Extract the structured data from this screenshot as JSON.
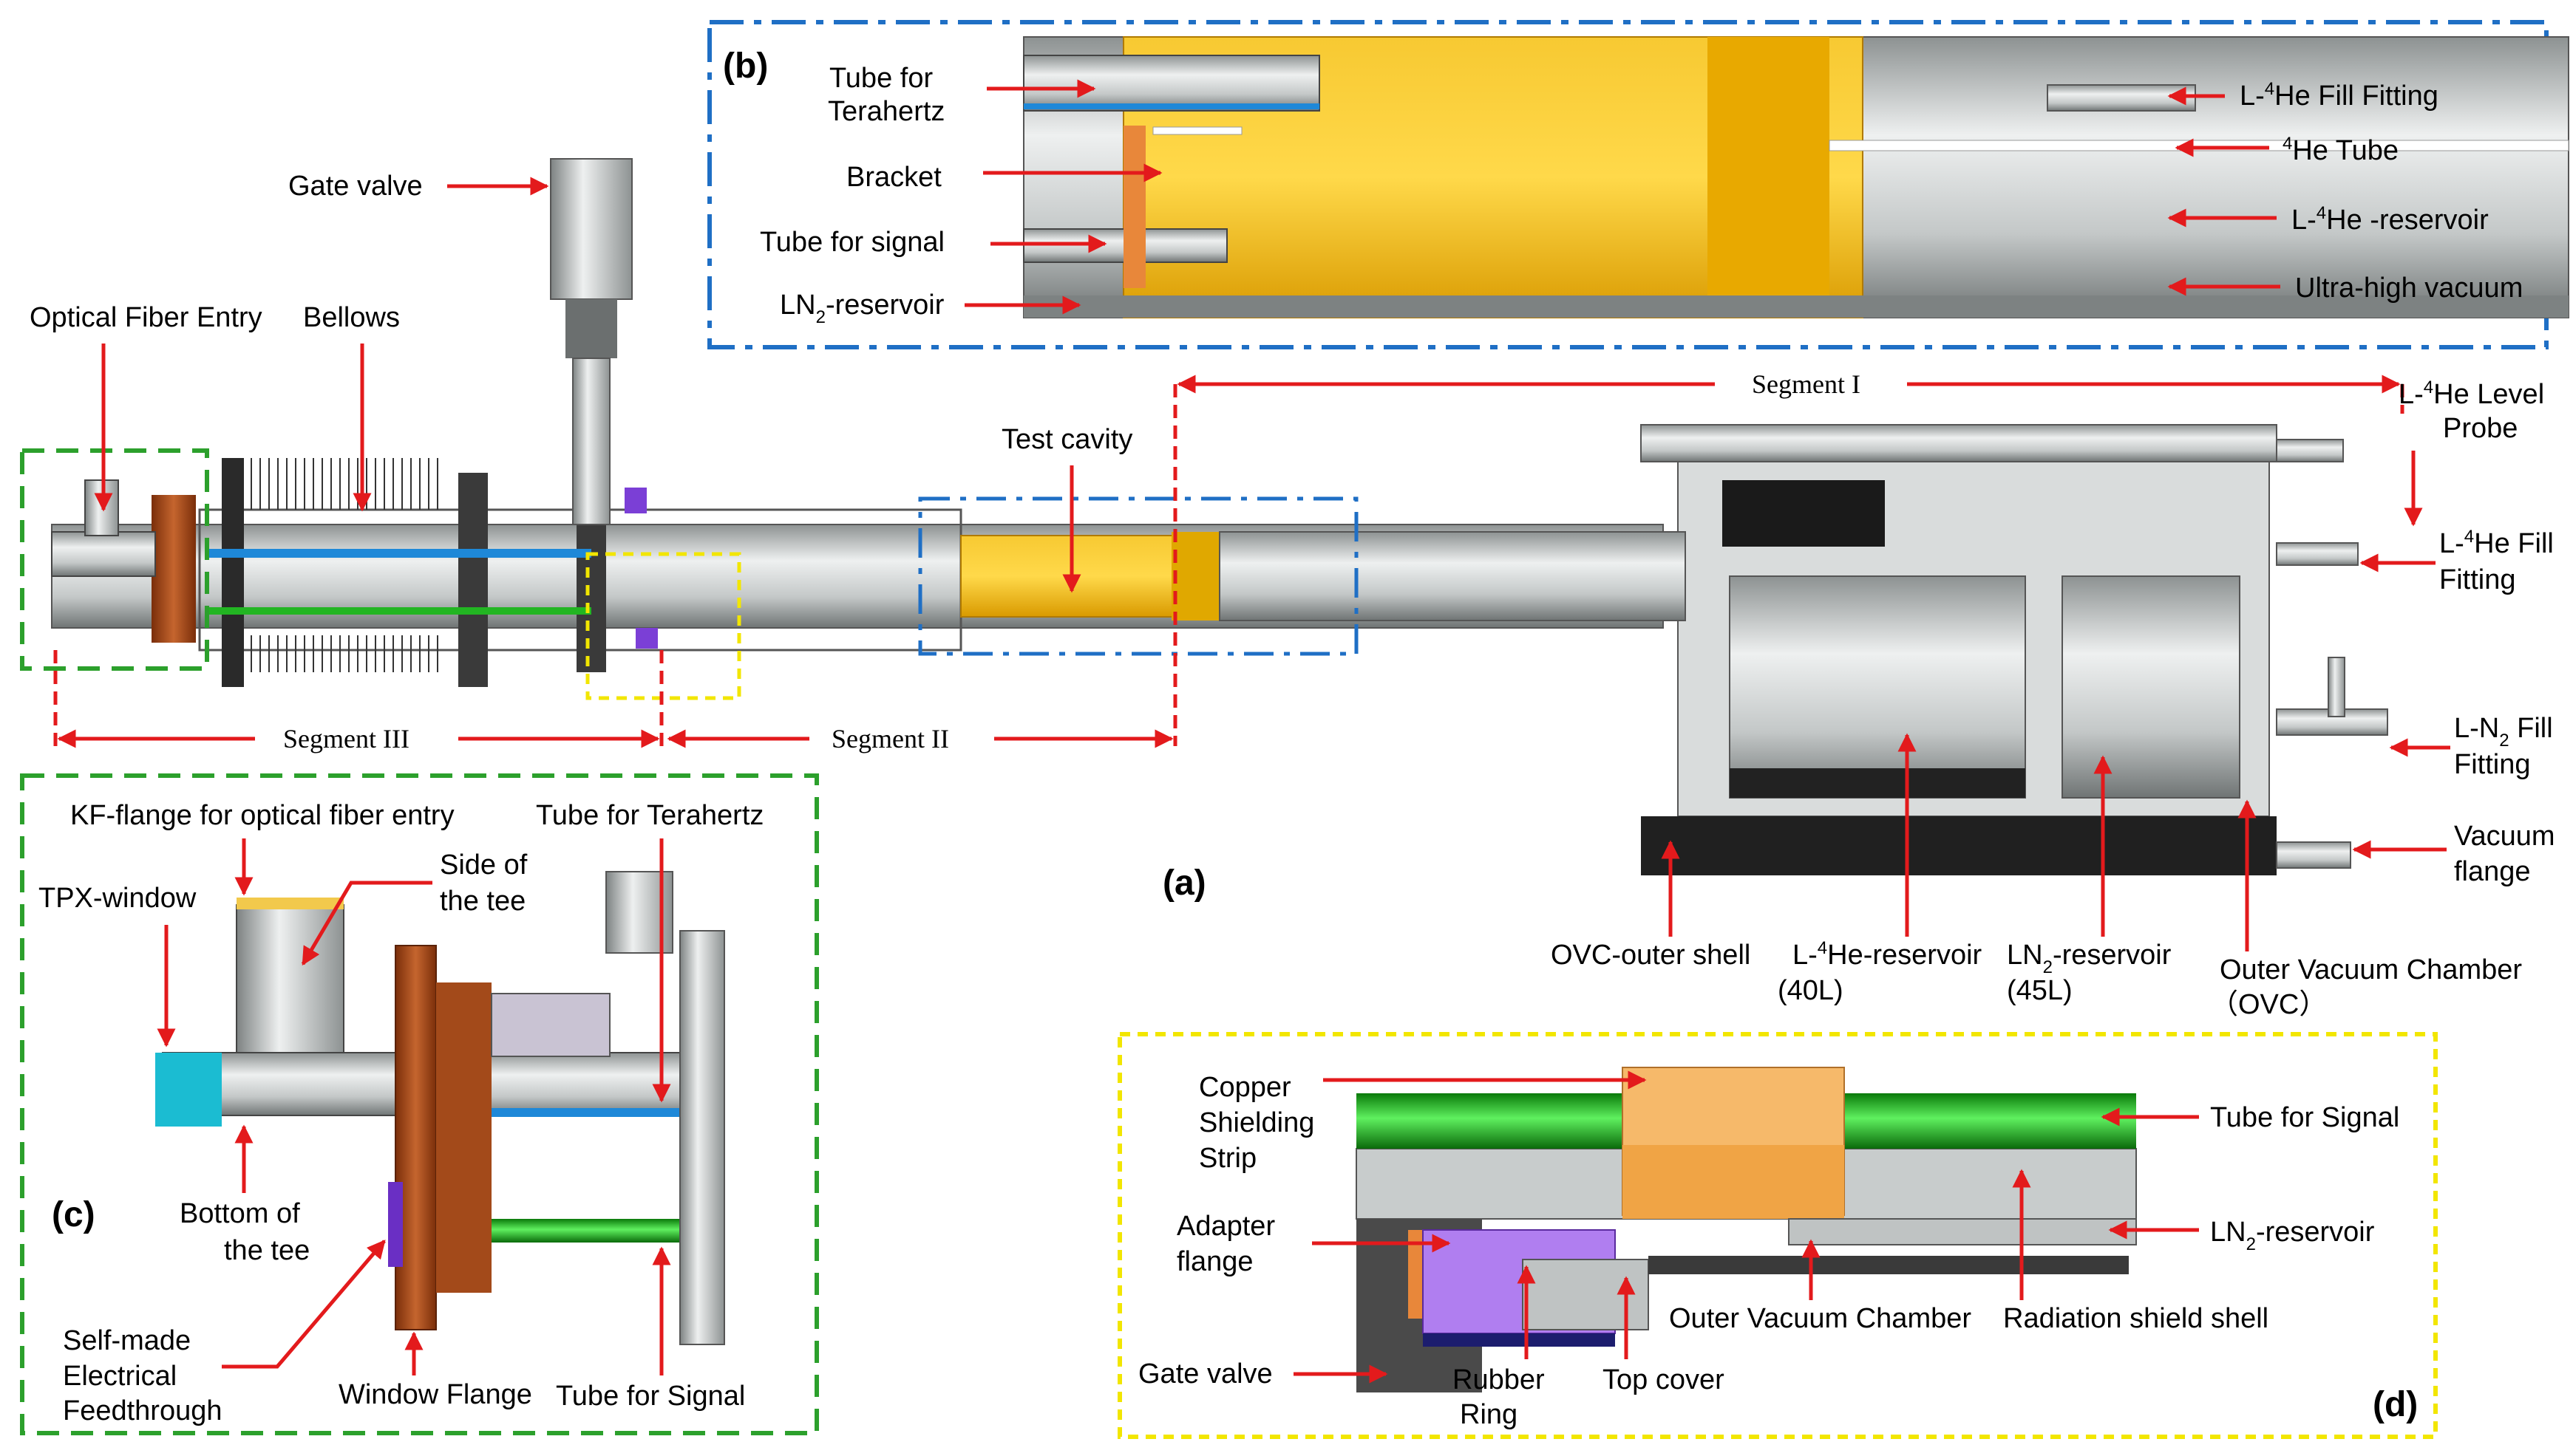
{
  "panels": {
    "a": "(a)",
    "b_open": "(",
    "b_letter": "b",
    "b_close": ")",
    "c": "(c)",
    "d": "(d)"
  },
  "main_labels": {
    "optical_fiber_entry": "Optical Fiber Entry",
    "bellows": "Bellows",
    "gate_valve": "Gate valve",
    "test_cavity": "Test cavity",
    "segment_i": "Segment I",
    "segment_ii": "Segment II",
    "segment_iii": "Segment III",
    "level_probe_1": "L-",
    "level_probe_sup": "4",
    "level_probe_2": "He Level",
    "level_probe_3": "Probe",
    "he_fill_1": "L-",
    "he_fill_sup": "4",
    "he_fill_2": "He Fill",
    "he_fill_3": "Fitting",
    "n2_fill_1": "L-N",
    "n2_fill_sub": "2",
    "n2_fill_2": " Fill",
    "n2_fill_3": "Fitting",
    "vacuum_flange_1": "Vacuum",
    "vacuum_flange_2": "flange",
    "ovc_outer_shell": "OVC-outer shell",
    "he_reservoir_1": "L-",
    "he_reservoir_sup": "4",
    "he_reservoir_2": "He-reservoir",
    "he_reservoir_3": "(40L)",
    "ln2_reservoir_1": "LN",
    "ln2_reservoir_sub": "2",
    "ln2_reservoir_2": "-reservoir",
    "ln2_reservoir_3": "(45L)",
    "ovc_1": "Outer Vacuum Chamber",
    "ovc_2": "（OVC）"
  },
  "panel_b_labels": {
    "tube_terahertz_1": "Tube for",
    "tube_terahertz_2": "Terahertz",
    "bracket": "Bracket",
    "tube_signal": "Tube for signal",
    "ln2_reservoir_1": "LN",
    "ln2_reservoir_sub": "2",
    "ln2_reservoir_2": "-reservoir",
    "he_fill_fitting_1": "L-",
    "he_fill_fitting_sup": "4",
    "he_fill_fitting_2": "He Fill Fitting",
    "he_tube_sup": "4",
    "he_tube": "He Tube",
    "he_reservoir_1": "L-",
    "he_reservoir_sup": "4",
    "he_reservoir_2": "He -reservoir",
    "ultra_high_vacuum": "Ultra-high vacuum"
  },
  "panel_c_labels": {
    "kf_flange": "KF-flange for optical fiber entry",
    "tube_terahertz": "Tube for Terahertz",
    "side_of_tee_1": "Side of",
    "side_of_tee_2": "the tee",
    "tpx_window": "TPX-window",
    "bottom_of_tee_1": "Bottom of",
    "bottom_of_tee_2": "the tee",
    "feedthrough_1": "Self-made",
    "feedthrough_2": "Electrical",
    "feedthrough_3": "Feedthrough",
    "window_flange": "Window Flange",
    "tube_signal": "Tube for Signal"
  },
  "panel_d_labels": {
    "copper_1": "Copper",
    "copper_2": "Shielding",
    "copper_3": "Strip",
    "tube_signal": "Tube for Signal",
    "adapter_1": "Adapter",
    "adapter_2": "flange",
    "ln2_reservoir_1": "LN",
    "ln2_reservoir_sub": "2",
    "ln2_reservoir_2": "-reservoir",
    "outer_vacuum_chamber": "Outer Vacuum Chamber",
    "radiation_shield": "Radiation shield shell",
    "gate_valve": "Gate valve",
    "rubber_ring_1": "Rubber",
    "rubber_ring_2": "Ring",
    "top_cover": "Top cover"
  },
  "colors": {
    "arrow": "#e31a1c",
    "box_b": "#1f6fc5",
    "box_c": "#2ca02c",
    "box_d": "#f2e600",
    "steel": "#b9bdbd",
    "gold": "#f2b705",
    "copper": "#b5501c",
    "teflon_green": "#22b522",
    "thz_blue": "#1e88d8",
    "purple": "#9b59d8"
  }
}
